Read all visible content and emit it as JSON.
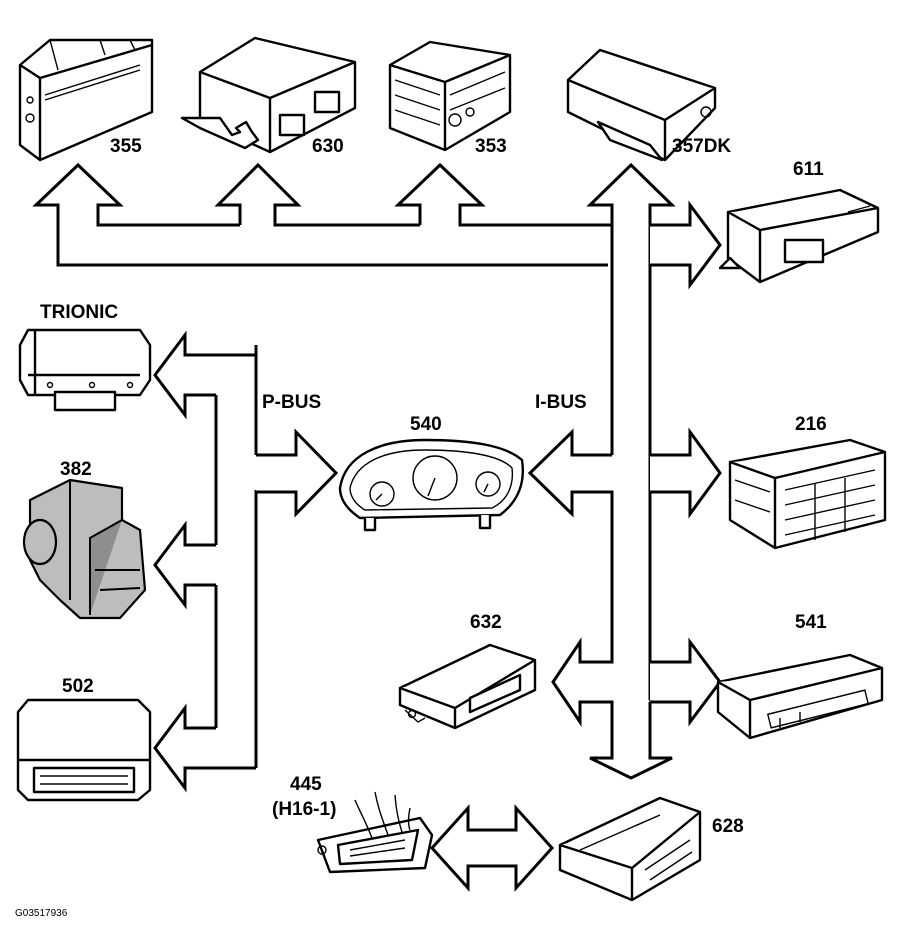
{
  "figure_id": "G03517936",
  "buses": {
    "p_bus": "P-BUS",
    "i_bus": "I-BUS"
  },
  "modules": {
    "m355": "355",
    "m630": "630",
    "m353": "353",
    "m357dk": "357DK",
    "m611": "611",
    "trionic": "TRIONIC",
    "m382": "382",
    "m502": "502",
    "m540": "540",
    "m216": "216",
    "m632": "632",
    "m541": "541",
    "m445": "445",
    "m445_sub": "(H16-1)",
    "m628": "628"
  }
}
